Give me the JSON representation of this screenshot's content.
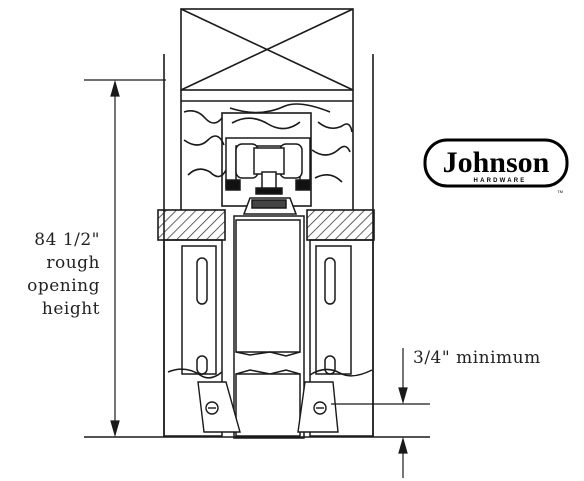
{
  "logo": {
    "brand": "Johnson",
    "sub": "HARDWARE",
    "tm": "TM"
  },
  "dimensions": {
    "height_line1": "84 1/2\"",
    "height_line2": "rough",
    "height_line3": "opening",
    "height_line4": "height",
    "clearance": "3/4\" minimum"
  },
  "colors": {
    "stroke": "#1a1a1a",
    "background": "#ffffff"
  }
}
